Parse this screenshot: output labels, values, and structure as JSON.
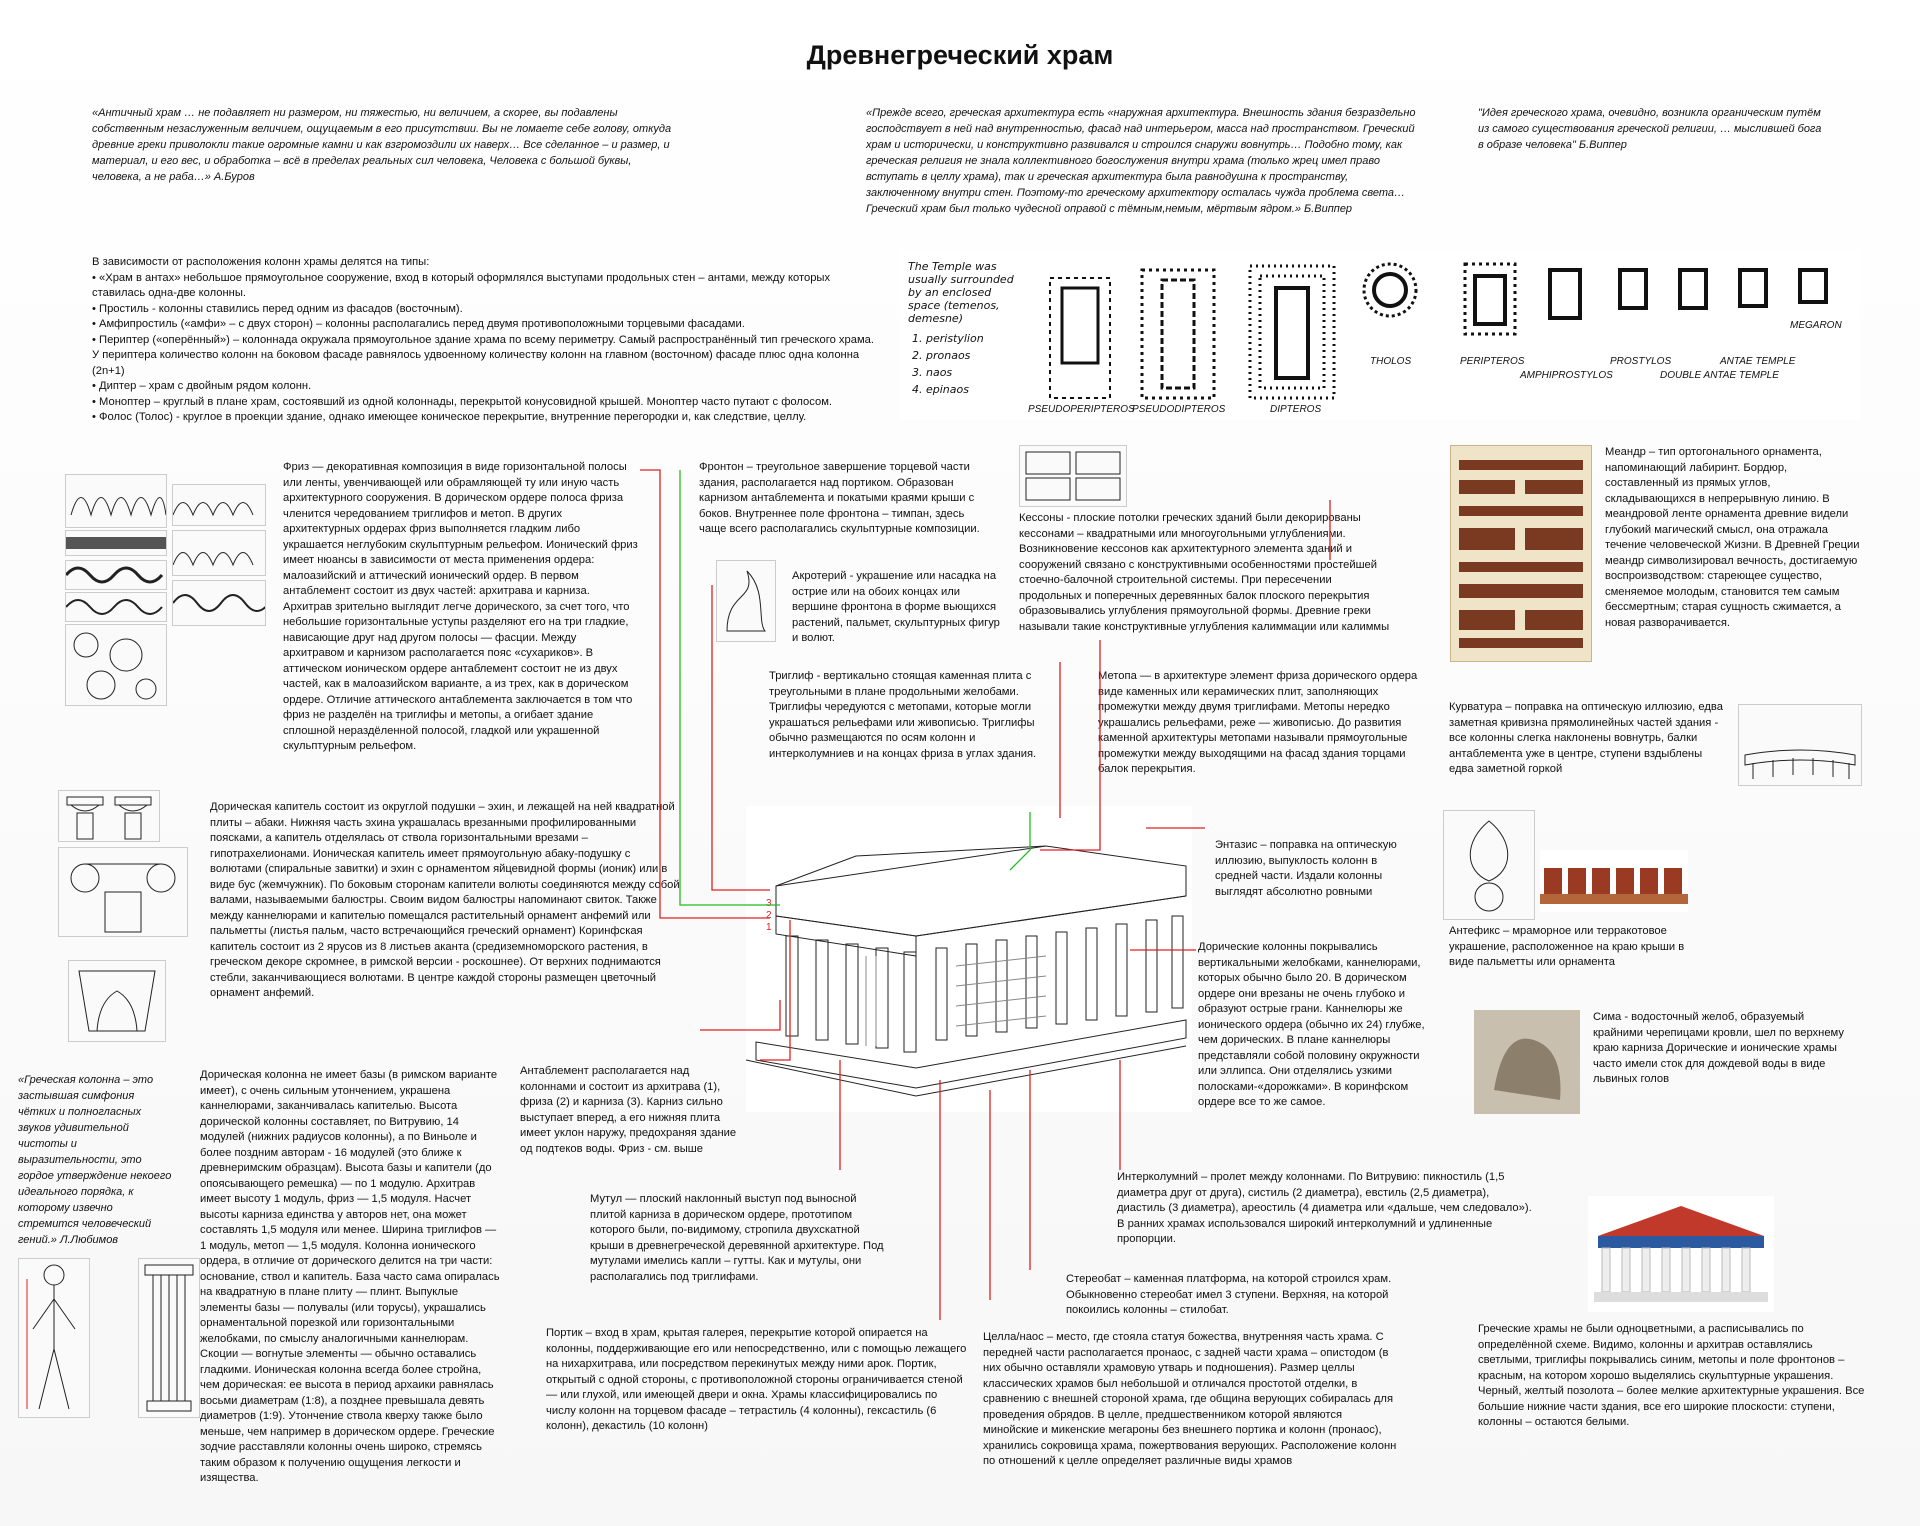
{
  "title": "Древнегреческий храм",
  "quotes": {
    "q1": "«Античный храм … не подавляет ни размером, ни тяжестью, ни величием, а скорее, вы подавлены собственным незаслуженным величием, ощущаемым в его присутствии. Вы не ломаете себе голову, откуда древние греки приволокли такие огромные камни и как взгромоздили их наверх… Все сделанное – и размер, и материал, и его вес, и обработка – всё в пределах реальных сил человека, Человека с большой буквы, человека, а не раба…» А.Буров",
    "q2": "«Прежде всего, греческая архитектура есть «наружная архитектура. Внешность здания безраздельно господствует в ней над внутренностью, фасад над интерьером, масса над пространством. Греческий храм и исторически, и конструктивно развивался и строился снаружи вовнутрь… Подобно тому, как греческая религия не знала коллективного богослужения внутри храма (только жрец имел право вступать в целлу храма), так и греческая архитектура была равнодушна к пространству, заключенному внутри стен. Поэтому-то греческому архитектору осталась чужда проблема света… Греческий храм был только чудесной оправой с тёмным,немым, мёртвым ядром.» Б.Виппер",
    "q3": "\"Идея греческого храма, очевидно, возникла органическим путём из самого существования греческой религии, … мыслившей бога в образе человека\" Б.Виппер",
    "q4": "«Греческая колонна – это застывшая симфония чётких и полногласных звуков удивительной чистоты и выразительности, это гордое утверждение некоего идеального порядка, к которому извечно стремится человеческий гений.» Л.Любимов"
  },
  "types": {
    "intro": "В зависимости от расположения колонн храмы делятся на типы:",
    "items": [
      "«Храм в антах» небольшое прямоугольное сооружение, вход в который оформлялся выступами продольных стен – антами, между которых ставилась одна-две колонны.",
      "Простиль - колонны ставились перед одним из фасадов (восточным).",
      "Амфипростиль («амфи» – с двух сторон) – колонны располагались перед двумя противоположными торцевыми фасадами.",
      "Периптер («оперённый») – колоннада окружала прямоугольное здание храма по всему периметру. Самый распространённый тип греческого храма. У периптера количество колонн на боковом фасаде равнялось удвоенному количеству колонн на главном (восточном) фасаде плюс одна колонна (2n+1)",
      "Диптер – храм с двойным рядом колонн.",
      "Моноптер – круглый в плане храм, состоявший из одной колоннады, перекрытой конусовидной крышей. Моноптер часто путают с фолосом.",
      "Фолос (Толос) - круглое в проекции здание, однако имеющее коническое перекрытие, внутренние перегородки и, как следствие, целлу."
    ]
  },
  "plans": {
    "note": "The Temple was usually surrounded by an enclosed space (temenos, demesne)",
    "legend": [
      "1. peristylion",
      "2. pronaos",
      "3. naos",
      "4. epinaos"
    ],
    "labels": [
      "PSEUDOPERIPTEROS",
      "PSEUDODIPTEROS",
      "DIPTEROS",
      "THOLOS",
      "PERIPTEROS",
      "AMPHIPROSTYLOS",
      "PROSTYLOS",
      "DOUBLE ANTAE TEMPLE",
      "ANTAE TEMPLE",
      "MEGARON"
    ]
  },
  "sections": {
    "friz": "Фриз — декоративная композиция в виде горизонтальной полосы или ленты, увенчивающей или обрамляющей ту или иную часть архитектурного сооружения. В дорическом ордере полоса фриза членится чередованием триглифов и метоп. В других архитектурных ордерах фриз выполняется гладким либо украшается неглубоким скульптурным рельефом. Ионический фриз имеет нюансы в зависимости от места применения ордера: малоазийский и аттический ионический ордер. В первом антаблемент состоит из двух частей: архитрава и карниза. Архитрав зрительно выглядит легче дорического, за счет того, что небольшие горизонтальные уступы разделяют его на три гладкие, нависающие друг над другом полосы — фасции. Между архитравом и карнизом располагается пояс «сухариков». В аттическом ионическом ордере антаблемент состоит не из двух частей, как в малоазийском варианте, а из трех, как в дорическом ордере. Отличие аттического антаблемента заключается в том что фриз не разделён на триглифы и метопы, а огибает здание сплошной нераздёленной полосой, гладкой или украшенной скульптурным рельефом.",
    "fronton": "Фронтон – треугольное завершение торцевой части здания, располагается над портиком. Образован карнизом антаблемента и покатыми краями крыши с боков. Внутреннее поле фронтона – тимпан, здесь чаще всего располагались скульптурные композиции.",
    "akroterion": "Акротерий - украшение или насадка на острие или на обоих концах или вершине фронтона в форме вьющихся растений, пальмет, скульптурных фигур и волют.",
    "triglyph": "Триглиф - вертикально стоящая каменная плита с треугольными в плане продольными желобами. Триглифы чередуются с метопами, которые могли украшаться рельефами или живописью. Триглифы обычно размещаются по осям колонн и интерколумниев и на концах фриза в углах здания.",
    "kessony": "Кессоны - плоские потолки греческих зданий были декорированы кессонами – квадратными или многоугольными углублениями. Возникновение кессонов как архитектурного элемента зданий и сооружений связано с конструктивными особенностями простейшей стоечно-балочной строительной системы. При пересечении продольных и поперечных деревянных балок плоского перекрытия образовывались углубления прямоугольной формы. Древние греки называли такие конструктивные углубления калиммации или калиммы",
    "meander": "Меандр – тип ортогонального орнамента, напоминающий лабиринт. Бордюр, составленный из прямых углов, складывающихся в непрерывную линию. В меандровой ленте орнамента древние видели глубокий магический смысл, она отражала течение человеческой Жизни. В Древней Греции меандр символизировал вечность, достигаемую воспроизводством: стареющее существо, сменяемое молодым, становится тем самым бессмертным; старая сущность сжимается, а новая разворачивается.",
    "metopa": "Метопа — в архитектуре элемент фриза дорического ордера виде каменных или керамических плит, заполняющих промежутки между двумя триглифами. Метопы нередко украшались рельефами, реже — живописью. До развития каменной архитектуры метопами называли прямоугольные промежутки между выходящими на фасад здания торцами балок перекрытия.",
    "kurvatura": "Курватура – поправка на оптическую иллюзию, едва заметная кривизна прямолинейных частей здания - все колонны слегка наклонены вовнутрь, балки антаблемента уже в центре, ступени вздыблены едва заметной горкой",
    "capitals": "Дорическая капитель состоит из округлой подушки – эхин, и лежащей на ней квадратной плиты – абаки. Нижняя часть эхина украшалась врезанными профилированными поясками, а капитель отделялась от ствола горизонтальными врезами – гипотрахелионами. Ионическая капитель имеет прямоугольную абаку-подушку с волютами (спиральные завитки) и эхин с орнаментом яйцевидной формы (ионик) или в виде бус (жемчужник). По боковым сторонам капители волюты соединяются между собой валами, называемыми балюстры. Своим видом балюстры напоминают свиток. Также между каннелюрами и капителью помещался растительный орнамент анфемий или пальметты (листья пальм, часто встречающийся греческий орнамент) Коринфская капитель состоит из 2 ярусов из 8 листьев аканта (средиземноморского растения, в греческом декоре скромнее, в римской версии - роскошнее). От верхних поднимаются стебли, заканчивающиеся волютами. В центре каждой стороны размещен цветочный орнамент анфемий.",
    "entasis": "Энтазис – поправка на оптическую иллюзию, выпуклость колонн в средней части. Издали колонны выглядят абсолютно ровными",
    "antefix": "Антефикс – мраморное или терракотовое украшение, расположенное на краю крыши в виде пальметты или орнамента",
    "flutes": "Дорические колонны покрывались вертикальными желобками, каннелюрами, которых обычно было 20. В дорическом ордере они врезаны не очень глубоко и образуют острые грани. Каннелюры же ионического ордера (обычно их 24) глубже, чем дорических. В плане каннелюры представляли собой половину окружности или эллипса. Они отделялись узкими полосками-«дорожками». В коринфском ордере все то же самое.",
    "sima": "Сима - водосточный желоб, образуемый крайними черепицами кровли, шел по верхнему краю карниза Дорические и ионические храмы часто имели сток для дождевой воды в виде львиных голов",
    "columns": "Дорическая колонна не имеет базы (в римском варианте имеет), с очень сильным утончением, украшена каннелюрами, заканчивалась капителью. Высота дорической колонны составляет, по Витрувию, 14 модулей (нижних радиусов колонны), а по Виньоле и более поздним авторам - 16 модулей (это ближе к древнеримским образцам). Высота базы и капители (до опоясывающего ремешка) — по 1 модулю. Архитрав имеет высоту 1 модуль, фриз — 1,5 модуля. Насчет высоты карниза единства у авторов нет, она может составлять 1,5 модуля или менее. Ширина триглифов — 1 модуль, метоп — 1,5 модуля. Колонна ионического ордера, в отличие от дорического делится на три части: основание, ствол и капитель. База часто сама опиралась на квадратную в плане плиту — плинт. Выпуклые элементы базы — полувалы (или торусы), украшались орнаментальной порезкой или горизонтальными желобками, по смыслу аналогичными каннелюрам. Скоции — вогнутые элементы — обычно оставались гладкими. Ионическая колонна всегда более стройна, чем дорическая: ее высота в период архаики равнялась восьми диаметрам (1:8), а позднее превышала девять диаметров (1:9). Утончение ствола кверху также было меньше, чем например в дорическом ордере. Греческие зодчие расставляли колонны очень широко, стремясь таким образом к получению ощущения легкости и изящества.",
    "entablature": "Антаблемент располагается над колоннами и состоит из архитрава (1), фриза (2) и карниза (3). Карниз сильно выступает вперед, а его нижняя плита имеет уклон наружу, предохраняя здание од подтеков воды. Фриз - см. выше",
    "mutul": "Мутул — плоский наклонный выступ под выносной плитой карниза в дорическом ордере, прототипом которого были, по-видимому, стропила двухскатной крыши в древнегреческой деревянной архитектуре. Под мутулами имелись капли – гутты. Как и мутулы, они располагались под триглифами.",
    "intercolumn": "Интерколумний – пролет между колоннами. По Витрувию: пикностиль (1,5 диаметра друг от друга), систиль (2 диаметра), евстиль (2,5 диаметра), диастиль (3 диаметра), ареостиль (4 диаметра или «дальше, чем следовало»). В ранних храмах использовался широкий интерколумний и удлиненные пропорции.",
    "stereobate": "Стереобат – каменная платформа, на которой строился храм. Обыкновенно стереобат имел 3 ступени. Верхняя, на которой покоились колонны – стилобат.",
    "portico": "Портик – вход в храм, крытая галерея, перекрытие которой опирается на колонны, поддерживающие его или непосредственно, или с помощью лежащего на нихархитрава, или посредством перекинутых между ними арок. Портик, открытый с одной стороны, с противоположной стороны ограничивается стеной — или глухой, или имеющей двери и окна. Храмы классифицировались по числу колонн на торцевом фасаде – тетрастиль (4 колонны), гексастиль (6 колонн), декастиль (10 колонн)",
    "cella": "Целла/наос – место, где стояла статуя божества, внутренняя часть храма. С передней части располагается пронаос, с задней части храма – опистодом (в них обычно оставляли храмовую утварь и подношения). Размер целлы классических храмов был небольшой и отличался простотой отделки, в сравнению с внешней стороной храма, где община верующих собиралась для проведения обрядов. В целле, предшественником которой являются минойские и микенские мегароны без внешнего портика и колонн (пронаос), хранились сокровища храма, пожертвования верующих. Расположение колонн по отношений к целле определяет различные виды храмов",
    "colors": "Греческие храмы не были одноцветными, а расписывались по определённой схеме. Видимо, колонны и архитрав оставлялись светлыми, триглифы покрывались синим, метопы и поле фронтонов – красным, на котором хорошо выделялись скульптурные украшения. Черный, желтый позолота – более мелкие архитектурные украшения. Все большие нижние части здания, все его широкие плоскости: ступени, колонны – остаются белыми."
  },
  "callout_numbers": [
    "1",
    "2",
    "3"
  ],
  "accent_red": "#e02020",
  "accent_green": "#22bb22"
}
